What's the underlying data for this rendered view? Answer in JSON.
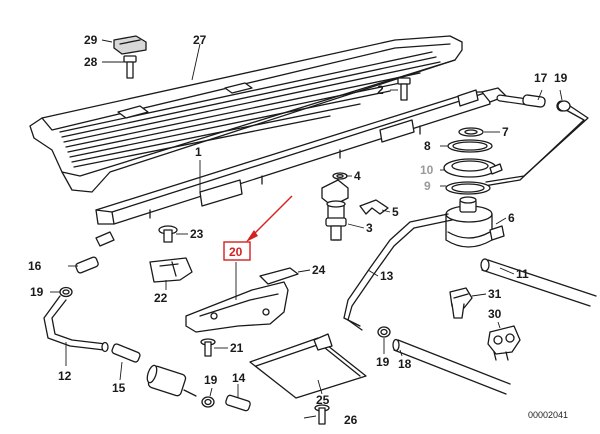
{
  "colors": {
    "ink": "#1a1a1a",
    "highlight": "#d42020",
    "muted": "#9a9a9a"
  },
  "diagram_ref": "00002041",
  "highlighted_part": "20",
  "callouts": [
    {
      "id": "c1",
      "label": "1"
    },
    {
      "id": "c2",
      "label": "2"
    },
    {
      "id": "c3",
      "label": "3"
    },
    {
      "id": "c4",
      "label": "4"
    },
    {
      "id": "c5",
      "label": "5"
    },
    {
      "id": "c6",
      "label": "6"
    },
    {
      "id": "c7",
      "label": "7"
    },
    {
      "id": "c8",
      "label": "8"
    },
    {
      "id": "c9",
      "label": "9"
    },
    {
      "id": "c10",
      "label": "10"
    },
    {
      "id": "c11",
      "label": "11"
    },
    {
      "id": "c12",
      "label": "12"
    },
    {
      "id": "c13",
      "label": "13"
    },
    {
      "id": "c14",
      "label": "14"
    },
    {
      "id": "c15",
      "label": "15"
    },
    {
      "id": "c16",
      "label": "16"
    },
    {
      "id": "c17",
      "label": "17"
    },
    {
      "id": "c18",
      "label": "18"
    },
    {
      "id": "c19a",
      "label": "19"
    },
    {
      "id": "c19b",
      "label": "19"
    },
    {
      "id": "c19c",
      "label": "19"
    },
    {
      "id": "c19d",
      "label": "19"
    },
    {
      "id": "c20",
      "label": "20"
    },
    {
      "id": "c21",
      "label": "21"
    },
    {
      "id": "c22",
      "label": "22"
    },
    {
      "id": "c23",
      "label": "23"
    },
    {
      "id": "c24",
      "label": "24"
    },
    {
      "id": "c25",
      "label": "25"
    },
    {
      "id": "c26",
      "label": "26"
    },
    {
      "id": "c27",
      "label": "27"
    },
    {
      "id": "c28",
      "label": "28"
    },
    {
      "id": "c29",
      "label": "29"
    },
    {
      "id": "c30",
      "label": "30"
    },
    {
      "id": "c31",
      "label": "31"
    }
  ]
}
